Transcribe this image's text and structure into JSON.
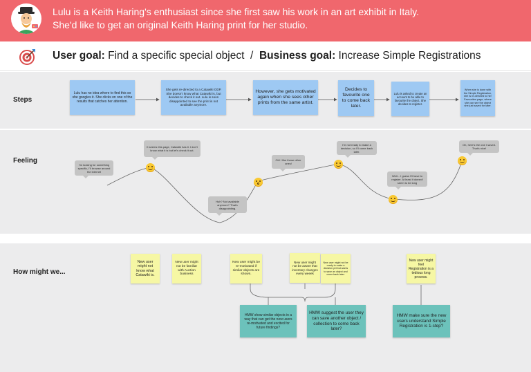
{
  "persona": {
    "line1": "Lulu is a Keith Haring's enthusiast since she first saw his work in an art exhibit in Italy.",
    "line2": "She'd like to get an original Keith Haring print for her studio."
  },
  "goals": {
    "user_label": "User goal:",
    "user_text": "Find a specific special object",
    "separator": "/",
    "business_label": "Business goal:",
    "business_text": "Increase Simple Registrations"
  },
  "lanes": {
    "steps": "Steps",
    "feeling": "Feeling",
    "hmw": "How might we..."
  },
  "steps": [
    "Lulu has no idea where to find this so she googles it. She clicks on one of the results that catches her attention.",
    "She gets re-directed to a Catawiki ODP. She doesn't know what Catawiki is, but decides to check it out. Lulu is soon disappointed to see the print is not available anymore.",
    "However, she gets motivated again when she sees other prints from the same artist.",
    "Decides to favourite one to come back later.",
    "Lulu is asked to create an account to be able to favourite the object. She decides to register.",
    "When she is done with the Simple Registration, she is re-directed to her Favourites page, where she can see the object she just saved for later."
  ],
  "feelings": [
    "I'm looking for something specific, I'll browse around the internet",
    "It seems this page, Catawiki has it. I don't know what it is but let's check it out.",
    "Huh? Not available anymore? That's disappointing.",
    "Oh! I like these other ones!",
    "I'm not ready to make a decision, so I'll come back later.",
    "Well... I guess I'll have to register. At least it doesn't seem to be long",
    "Oh, here's the one I saved. That's nice!"
  ],
  "insights": [
    "New user might not know what Catawiki is.",
    "New user might not be familiar with Auction business",
    "New user might be re-motivated if similar objects are shown.",
    "New user might not be aware that inventory changes every weeek",
    "New user might not be ready to make a decision yet but wants to save an object and come back later.",
    "New user might feel Registration is a tedious long process."
  ],
  "hmw_ideas": [
    "HMW show similar objects in a way that can get the new users re-motivated and excited for future findings?",
    "HMW suggest the user they can save another object / collection to come back later?",
    "HMW make sure the new users understand Simple Registration is 1-step?"
  ],
  "colors": {
    "banner": "#f0676d",
    "step_note": "#9ec9f3",
    "insight_note": "#f6f7a4",
    "hmw_note": "#6cc2bb",
    "lane_background": "#ececed"
  }
}
